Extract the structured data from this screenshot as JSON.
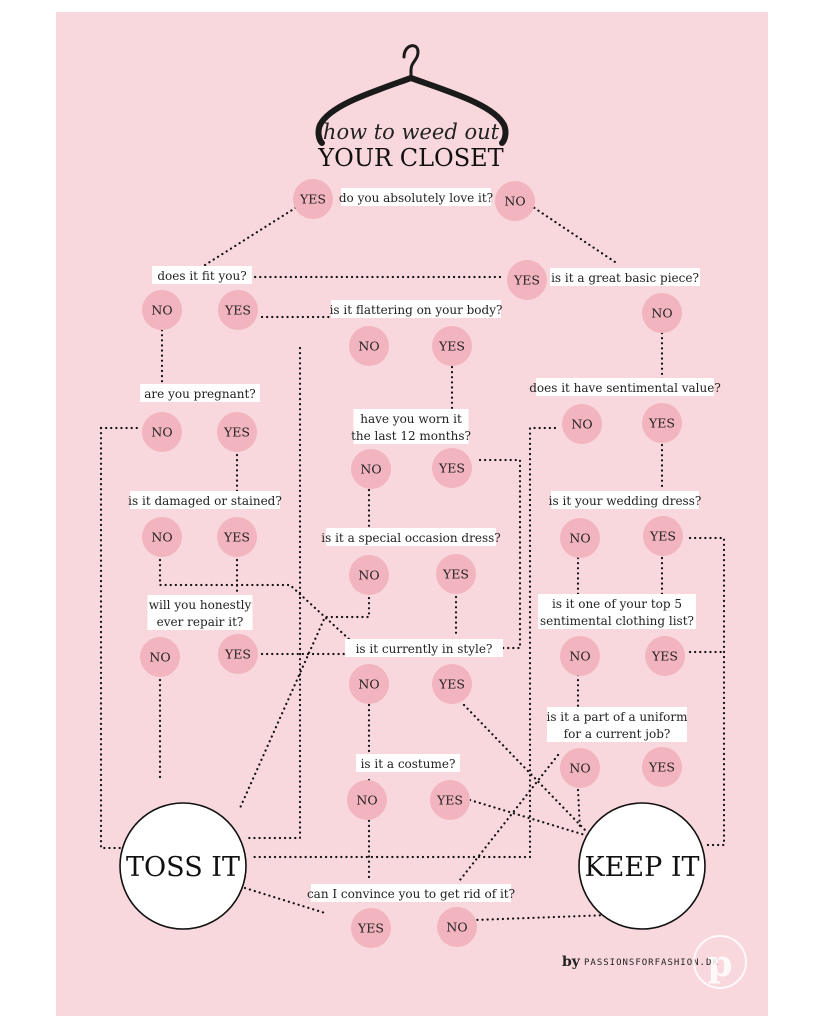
{
  "title": {
    "script": "how to weed out",
    "main": "YOUR CLOSET"
  },
  "credit": {
    "by": "by",
    "site": "PASSIONSFORFASHION.DK"
  },
  "colors": {
    "background": "#f8d8dc",
    "bubble": "#f2b4be"
  },
  "icons": {
    "hanger": "hanger-icon",
    "pinterest": "pinterest-icon"
  },
  "questions": {
    "love": [
      "do you absolutely love it?"
    ],
    "fit": [
      "does it fit you?"
    ],
    "basic": [
      "is it a great basic piece?"
    ],
    "flattering": [
      "is it flattering on your body?"
    ],
    "pregnant": [
      "are you pregnant?"
    ],
    "worn": [
      "have you worn it",
      "the last 12 months?"
    ],
    "sentimental": [
      "does it have sentimental value?"
    ],
    "damaged": [
      "is it damaged or stained?"
    ],
    "wedding": [
      "is it your wedding dress?"
    ],
    "special": [
      "is it a special occasion dress?"
    ],
    "repair": [
      "will you honestly",
      "ever repair it?"
    ],
    "top5": [
      "is it one of your top 5",
      "sentimental clothing list?"
    ],
    "style": [
      "is it currently in style?"
    ],
    "uniform": [
      "is it a part of a uniform",
      "for a current job?"
    ],
    "costume": [
      "is it a costume?"
    ],
    "convince": [
      "can I convince you to get rid of it?"
    ]
  },
  "answers": {
    "yes": "YES",
    "no": "NO"
  },
  "outcomes": {
    "toss": "TOSS IT",
    "keep": "KEEP IT"
  }
}
